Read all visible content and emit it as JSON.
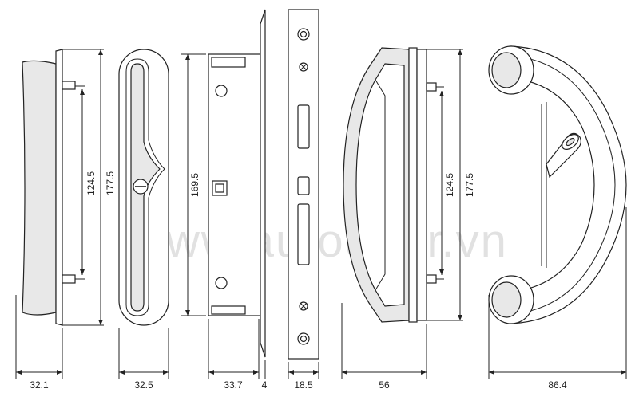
{
  "drawing": {
    "watermark": "www.autodoor.vn",
    "colors": {
      "line": "#222222",
      "watermark": "#c9c9c9",
      "background": "#ffffff"
    },
    "dimensions": {
      "handle_side_depth": "32.1",
      "handle_side_inner": "124.5",
      "handle_side_outer": "177.5",
      "escutcheon_depth": "32.5",
      "lock_body_height": "169.5",
      "lock_body_depth": "33.7",
      "faceplate_thickness": "4",
      "faceplate_width": "18.5",
      "pull_inner": "124.5",
      "pull_outer": "177.5",
      "pull_depth": "56",
      "pull_front_depth": "86.4"
    }
  }
}
